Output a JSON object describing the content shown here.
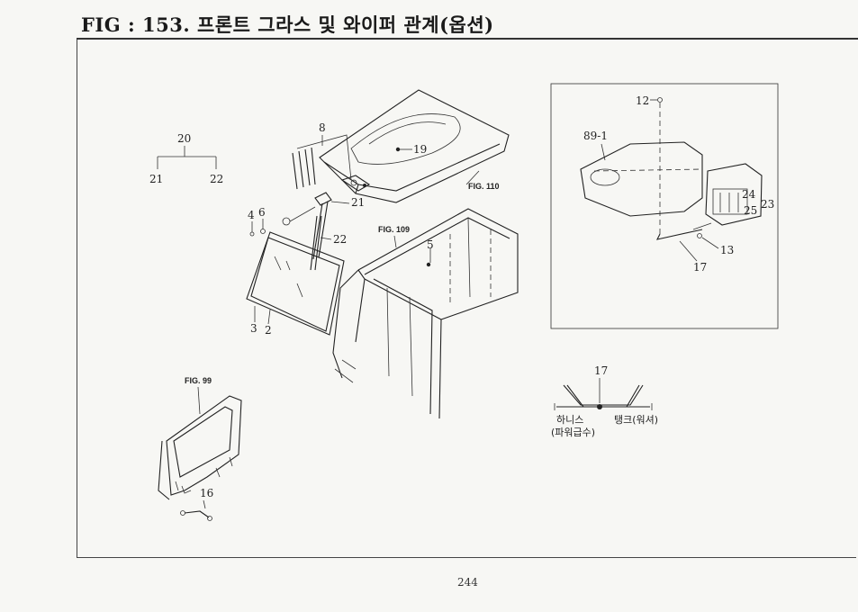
{
  "title": "FIG : 153.  프론트 그라스 및 와이퍼 관계(옵션)",
  "page_number": "244",
  "fig_refs": {
    "fig110": "FIG. 110",
    "fig109": "FIG. 109",
    "fig99": "FIG. 99"
  },
  "callouts": {
    "c20": "20",
    "c21a": "21",
    "c22a": "22",
    "c8": "8",
    "c19": "19",
    "c21b": "21",
    "c22b": "22",
    "c4": "4",
    "c6": "6",
    "c5": "5",
    "c3": "3",
    "c2": "2",
    "c12": "12",
    "c89_1": "89-1",
    "c24": "24",
    "c23": "23",
    "c25": "25",
    "c13": "13",
    "c17a": "17",
    "c17b": "17",
    "c16": "16"
  },
  "labels": {
    "harness": "하니스",
    "power_supply": "(파워급수)",
    "tank": "탱크(워셔)"
  }
}
